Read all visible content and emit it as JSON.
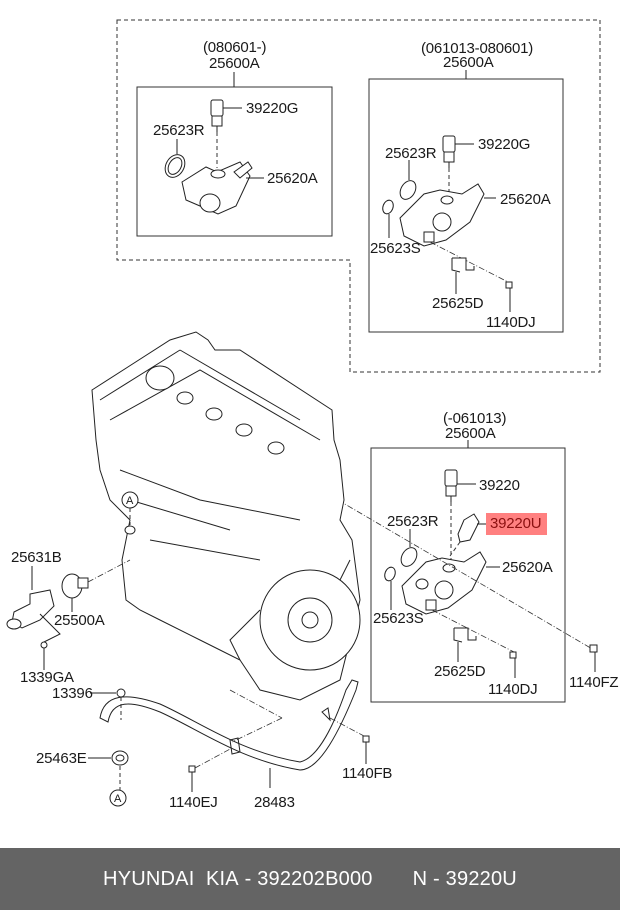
{
  "diagram": {
    "title": "Engine coolant thermostat housing / water temperature sensor exploded parts diagram",
    "groups": [
      {
        "id": "group-080601",
        "date_range": "(080601-)",
        "assembly": "25600A",
        "callouts": [
          "39220G",
          "25623R",
          "25620A"
        ]
      },
      {
        "id": "group-061013-080601",
        "date_range": "(061013-080601)",
        "assembly": "25600A",
        "callouts": [
          "39220G",
          "25623R",
          "25620A",
          "25623S",
          "25625D",
          "1140DJ"
        ]
      },
      {
        "id": "group-061013",
        "date_range": "(-061013)",
        "assembly": "25600A",
        "callouts": [
          "39220",
          "39220U",
          "25623R",
          "25620A",
          "25623S",
          "25625D",
          "1140DJ"
        ]
      }
    ],
    "engine_callouts": [
      "25631B",
      "25500A",
      "1339GA",
      "13396",
      "25463E",
      "28483",
      "1140EJ",
      "1140FB",
      "1140FZ"
    ],
    "reference_markers": [
      "A",
      "A"
    ],
    "highlighted_part": "39220U",
    "highlight_color": "#ff8080"
  },
  "labels": {
    "g1_range": "(080601-)",
    "g1_assy": "25600A",
    "g1_39220G": "39220G",
    "g1_25623R": "25623R",
    "g1_25620A": "25620A",
    "g2_range": "(061013-080601)",
    "g2_assy": "25600A",
    "g2_39220G": "39220G",
    "g2_25623R": "25623R",
    "g2_25620A": "25620A",
    "g2_25623S": "25623S",
    "g2_25625D": "25625D",
    "g2_1140DJ": "1140DJ",
    "g3_range": "(-061013)",
    "g3_assy": "25600A",
    "g3_39220": "39220",
    "g3_39220U": "39220U",
    "g3_25623R": "25623R",
    "g3_25620A": "25620A",
    "g3_25623S": "25623S",
    "g3_25625D": "25625D",
    "g3_1140DJ": "1140DJ",
    "p_1140FZ": "1140FZ",
    "p_25631B": "25631B",
    "p_25500A": "25500A",
    "p_1339GA": "1339GA",
    "p_13396": "13396",
    "p_25463E": "25463E",
    "p_1140EJ": "1140EJ",
    "p_28483": "28483",
    "p_1140FB": "1140FB",
    "marker_a": "A"
  },
  "footer": {
    "brand": "HYUNDAI  KIA",
    "oem_number": "392202B000",
    "sep": " - ",
    "ref_prefix": "N",
    "ref_number": "39220U",
    "background": "#646464"
  }
}
